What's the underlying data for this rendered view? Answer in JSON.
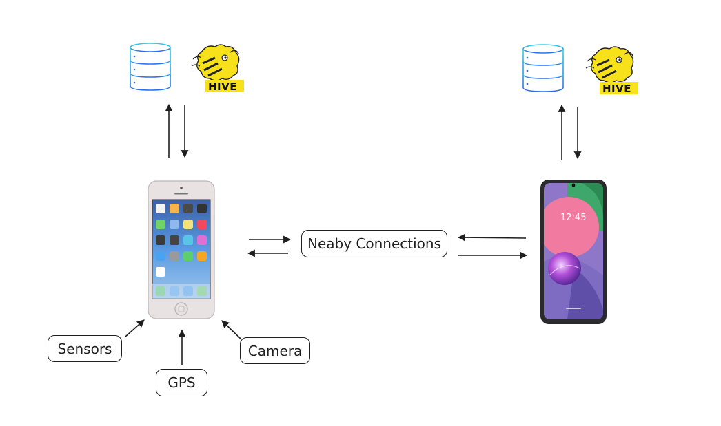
{
  "labels": {
    "nearby": "Neaby Connections",
    "sensors": "Sensors",
    "gps": "GPS",
    "camera": "Camera"
  },
  "logos": {
    "hive_left": "HIVE",
    "hive_right": "HIVE"
  },
  "android_screen": {
    "time": "12:45"
  },
  "icons": {
    "database": "database-icon",
    "hive": "hive-bee-logo",
    "iphone": "iphone-device",
    "android": "android-phone-device"
  },
  "colors": {
    "stroke": "#1f1f1f",
    "db_blue": "#2f7cf0",
    "db_cyan": "#31c6e6",
    "hive_yellow": "#f7e11a"
  }
}
